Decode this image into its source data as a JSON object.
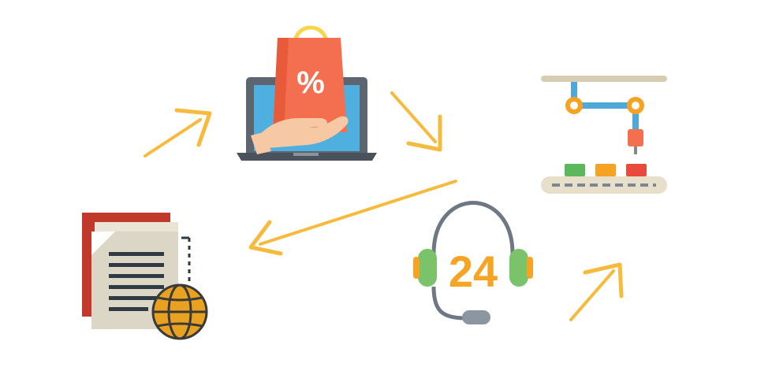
{
  "diagram": {
    "nodes": [
      {
        "id": "online-shopping",
        "icon": "laptop-shopping-bag-icon",
        "label_text": "%"
      },
      {
        "id": "manufacturing",
        "icon": "robotic-arm-conveyor-icon"
      },
      {
        "id": "support",
        "icon": "headset-24-icon",
        "label_text": "24"
      },
      {
        "id": "documents",
        "icon": "documents-globe-icon"
      }
    ],
    "arrows": [
      {
        "from": "documents",
        "to": "online-shopping"
      },
      {
        "from": "online-shopping",
        "to": "manufacturing"
      },
      {
        "from": "manufacturing",
        "to": "documents"
      },
      {
        "from": "support",
        "to": "manufacturing"
      }
    ],
    "colors": {
      "arrow": "#F6BA3D",
      "bag": "#F36F4F",
      "laptop": "#5D6670",
      "screen": "#4FB0E0",
      "skin": "#F6C9A4",
      "robot_arm": "#4FA8D8",
      "joint": "#F6A324",
      "headset": "#7AC36A",
      "number_24": "#F5A523",
      "document_red": "#C0392B",
      "globe": "#E8A21F"
    }
  }
}
